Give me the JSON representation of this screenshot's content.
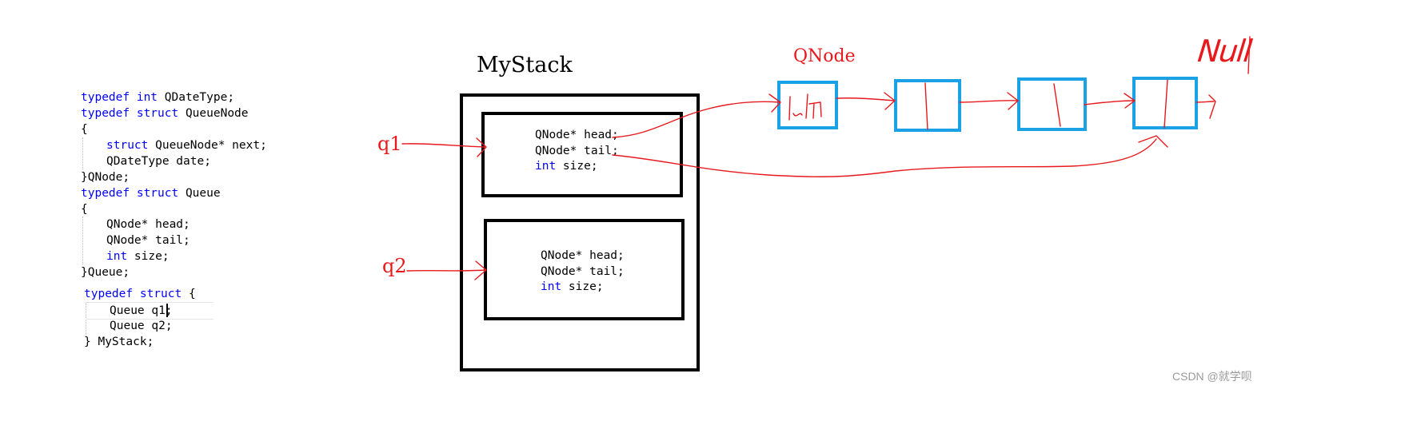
{
  "code": {
    "line1": {
      "kw": "typedef int",
      "rest": " QDateType;"
    },
    "line2": {
      "kw": "typedef struct",
      "rest": " QueueNode"
    },
    "line3": "{",
    "line4": {
      "kw": "struct",
      "rest": " QueueNode* next;"
    },
    "line5": "QDateType date;",
    "line6": "}QNode;",
    "line7": {
      "kw": "typedef struct",
      "rest": " Queue"
    },
    "line8": "{",
    "line9": "QNode* head;",
    "line10": "QNode* tail;",
    "line11": {
      "kw": "int",
      "rest": " size;"
    },
    "line12": "}Queue;",
    "line13": {
      "kw": "typedef struct",
      "rest": " {"
    },
    "line14": "Queue q1;",
    "line15": "Queue q2;",
    "line16": "} MyStack;"
  },
  "diagram": {
    "title": "MyStack",
    "qnode_label": "QNode",
    "q1_label": "q1",
    "q2_label": "q2",
    "null_label": "Null",
    "q1_fields": {
      "head": "QNode* head;",
      "tail": "QNode* tail;",
      "size_kw": "int",
      "size_rest": " size;"
    },
    "q2_fields": {
      "head": "QNode* head;",
      "tail": "QNode* tail;",
      "size_kw": "int",
      "size_rest": " size;"
    }
  },
  "watermark": "CSDN @就学呗",
  "colors": {
    "keyword": "#0000ff",
    "annotation": "#e8191d",
    "node_border": "#1aa1e6"
  }
}
